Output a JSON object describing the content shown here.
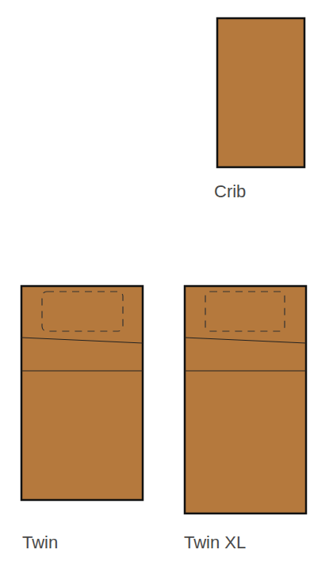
{
  "diagram": {
    "labels": [
      "Crib",
      "Twin",
      "Twin XL"
    ]
  }
}
